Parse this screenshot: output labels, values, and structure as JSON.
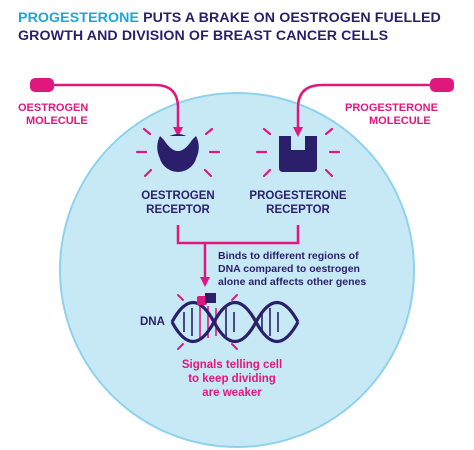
{
  "title": {
    "highlight": "PROGESTERONE",
    "rest_line1": " PUTS A BRAKE ON OESTROGEN FUELLED",
    "line2": "GROWTH AND DIVISION OF BREAST CANCER CELLS"
  },
  "labels": {
    "oestrogen_molecule": [
      "OESTROGEN",
      "MOLECULE"
    ],
    "progesterone_molecule": [
      "PROGESTERONE",
      "MOLECULE"
    ],
    "oestrogen_receptor": [
      "OESTROGEN",
      "RECEPTOR"
    ],
    "progesterone_receptor": [
      "PROGESTERONE",
      "RECEPTOR"
    ],
    "binds_text": [
      "Binds to different regions of",
      "DNA compared to oestrogen",
      "alone and affects other genes"
    ],
    "dna": "DNA",
    "signals_text": [
      "Signals telling cell",
      "to keep dividing",
      "are weaker"
    ]
  },
  "colors": {
    "navy": "#2b1f6b",
    "magenta": "#e0187e",
    "cyan": "#1ea7d6",
    "cell_fill": "#c7e9f6",
    "cell_border": "#8fd2ec"
  }
}
